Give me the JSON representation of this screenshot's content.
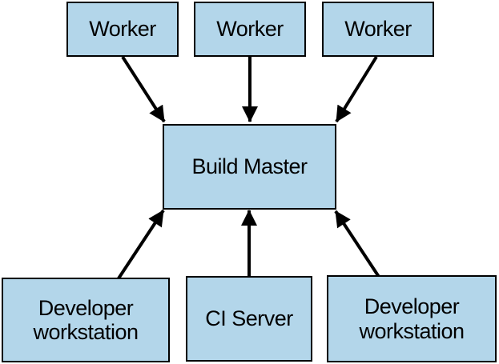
{
  "diagram": {
    "type": "node-edge-diagram",
    "nodes": [
      {
        "id": "worker-1",
        "label": "Worker"
      },
      {
        "id": "worker-2",
        "label": "Worker"
      },
      {
        "id": "worker-3",
        "label": "Worker"
      },
      {
        "id": "build-master",
        "label": "Build Master"
      },
      {
        "id": "dev-workstation-1",
        "label": "Developer workstation"
      },
      {
        "id": "ci-server",
        "label": "CI Server"
      },
      {
        "id": "dev-workstation-2",
        "label": "Developer workstation"
      }
    ],
    "edges": [
      {
        "from": "worker-1",
        "to": "build-master",
        "direction": "down"
      },
      {
        "from": "worker-2",
        "to": "build-master",
        "direction": "down"
      },
      {
        "from": "worker-3",
        "to": "build-master",
        "direction": "down"
      },
      {
        "from": "dev-workstation-1",
        "to": "build-master",
        "direction": "up"
      },
      {
        "from": "ci-server",
        "to": "build-master",
        "direction": "up"
      },
      {
        "from": "dev-workstation-2",
        "to": "build-master",
        "direction": "up"
      }
    ],
    "colors": {
      "node_fill": "#B3D6EA",
      "node_border": "#000000",
      "arrow": "#000000",
      "background": "#FFFFFF"
    }
  }
}
